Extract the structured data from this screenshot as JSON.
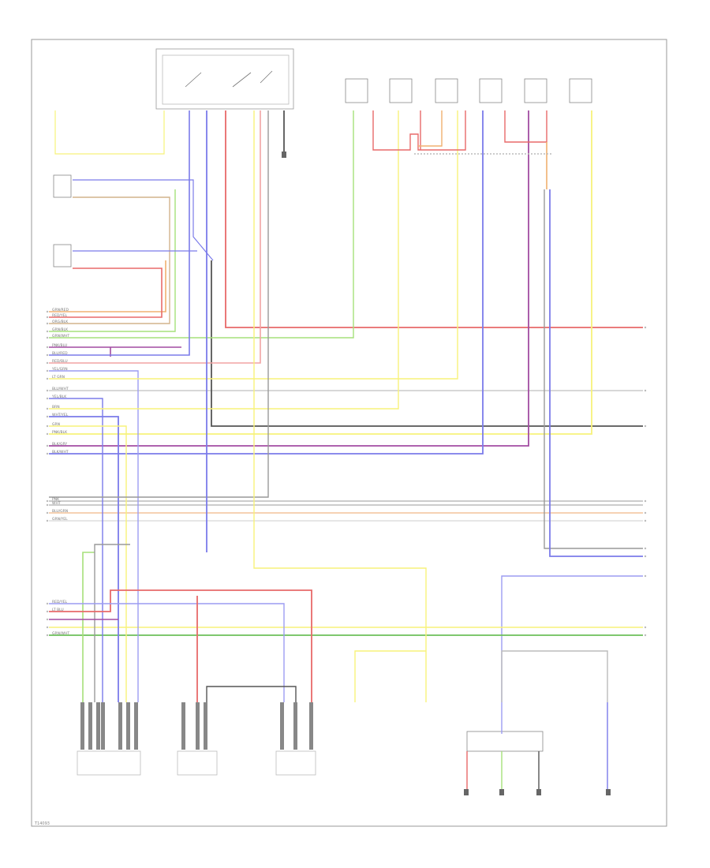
{
  "diagram": {
    "page_code": "T14093",
    "colors": {
      "red": "#e86a6a",
      "blue": "#7b7bea",
      "green": "#a6e07a",
      "yellow": "#f7f27a",
      "purple": "#a24ca2",
      "orange": "#f0b070",
      "black": "#555555",
      "gray": "#bbbbbb",
      "dkgreen": "#6cbf5a",
      "pink": "#f2a3a3",
      "tan": "#d2b48c",
      "ltblue": "#9c9cf2"
    },
    "wires": [
      {
        "color": "green",
        "label": "GRN/RED"
      },
      {
        "color": "red",
        "label": "RED/YEL"
      },
      {
        "color": "orange",
        "label": "ORG/BLK"
      },
      {
        "color": "tan",
        "label": "GRN/BLK"
      },
      {
        "color": "green",
        "label": "GRN/WHT"
      },
      {
        "color": "purple",
        "label": "PNK/BLU"
      },
      {
        "color": "blue",
        "label": "BLU/RED"
      },
      {
        "color": "red",
        "label": "RED/BLU"
      },
      {
        "color": "yellow",
        "label": "YEL/GRN"
      },
      {
        "color": "gray",
        "label": "LT GRN"
      },
      {
        "color": "blue",
        "label": "BLU/WHT"
      },
      {
        "color": "yellow",
        "label": "YEL/BLK"
      },
      {
        "color": "black",
        "label": "BRN"
      },
      {
        "color": "yellow",
        "label": "WHT/YEL"
      },
      {
        "color": "blue",
        "label": "GRN"
      },
      {
        "color": "purple",
        "label": "PNK/BLK"
      },
      {
        "color": "gray",
        "label": "BLK/GRY"
      },
      {
        "color": "gray",
        "label": "BLK/WHT"
      },
      {
        "color": "orange",
        "label": "PNK"
      },
      {
        "color": "gray",
        "label": "WHT"
      },
      {
        "color": "blue",
        "label": "BLU/GRN"
      },
      {
        "color": "green",
        "label": "GRN/YEL"
      },
      {
        "color": "red",
        "label": "RED/YEL"
      },
      {
        "color": "blue",
        "label": "LT BLU"
      },
      {
        "color": "dkgreen",
        "label": "GRN/WHT"
      }
    ]
  }
}
